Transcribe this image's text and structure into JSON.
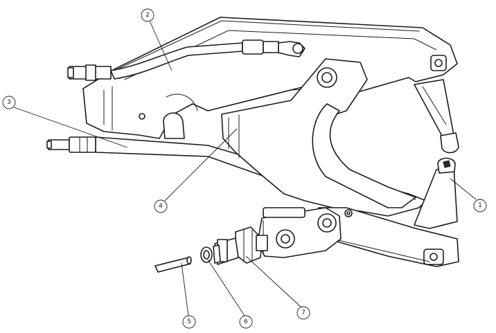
{
  "colors": {
    "line": "#1a1a1a",
    "background": "#ffffff",
    "shade": "#e9e9e9"
  },
  "callouts": [
    {
      "label": "1"
    },
    {
      "label": "2"
    },
    {
      "label": "3"
    },
    {
      "label": "4"
    },
    {
      "label": "5"
    },
    {
      "label": "6"
    },
    {
      "label": "7"
    }
  ]
}
